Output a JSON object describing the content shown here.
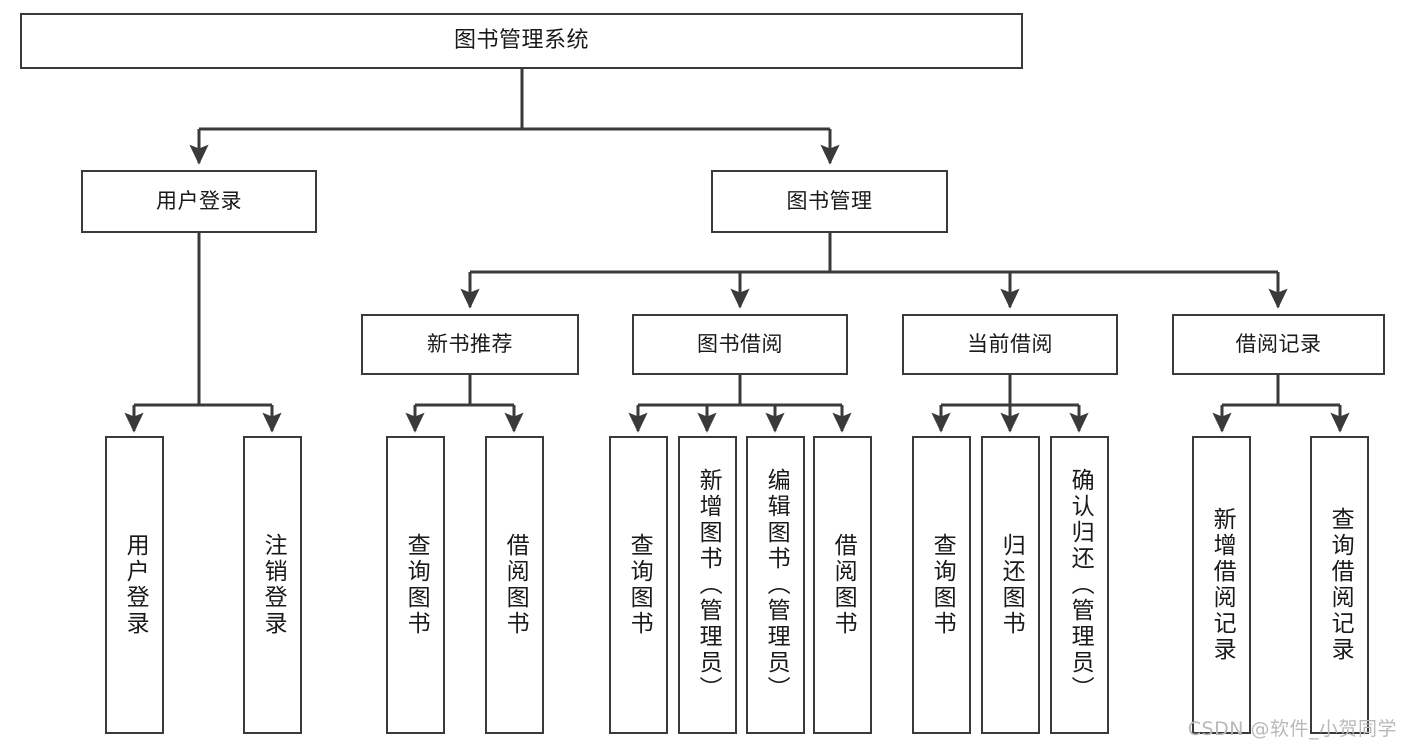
{
  "diagram": {
    "type": "tree",
    "title": "图书管理系统",
    "watermark": "CSDN @软件_小贺同学",
    "colors": {
      "box_border": "#3a3a3a",
      "box_fill": "#ffffff",
      "line": "#3a3a3a",
      "text": "#1a1a1a",
      "watermark": "#b9b9b9"
    },
    "nodes": {
      "root": {
        "label": "图书管理系统"
      },
      "level1": [
        {
          "label": "用户登录"
        },
        {
          "label": "图书管理"
        }
      ],
      "level2": [
        {
          "label": "新书推荐"
        },
        {
          "label": "图书借阅"
        },
        {
          "label": "当前借阅"
        },
        {
          "label": "借阅记录"
        }
      ],
      "leaves": {
        "user_login": [
          {
            "label": "用户登录"
          },
          {
            "label": "注销登录"
          }
        ],
        "new_book": [
          {
            "label": "查询图书"
          },
          {
            "label": "借阅图书"
          }
        ],
        "book_borrow": [
          {
            "label": "查询图书"
          },
          {
            "label": "新增图书（管理员）"
          },
          {
            "label": "编辑图书（管理员）"
          },
          {
            "label": "借阅图书"
          }
        ],
        "current_borrow": [
          {
            "label": "查询图书"
          },
          {
            "label": "归还图书"
          },
          {
            "label": "确认归还（管理员）"
          }
        ],
        "borrow_record": [
          {
            "label": "新增借阅记录"
          },
          {
            "label": "查询借阅记录"
          }
        ]
      }
    }
  }
}
